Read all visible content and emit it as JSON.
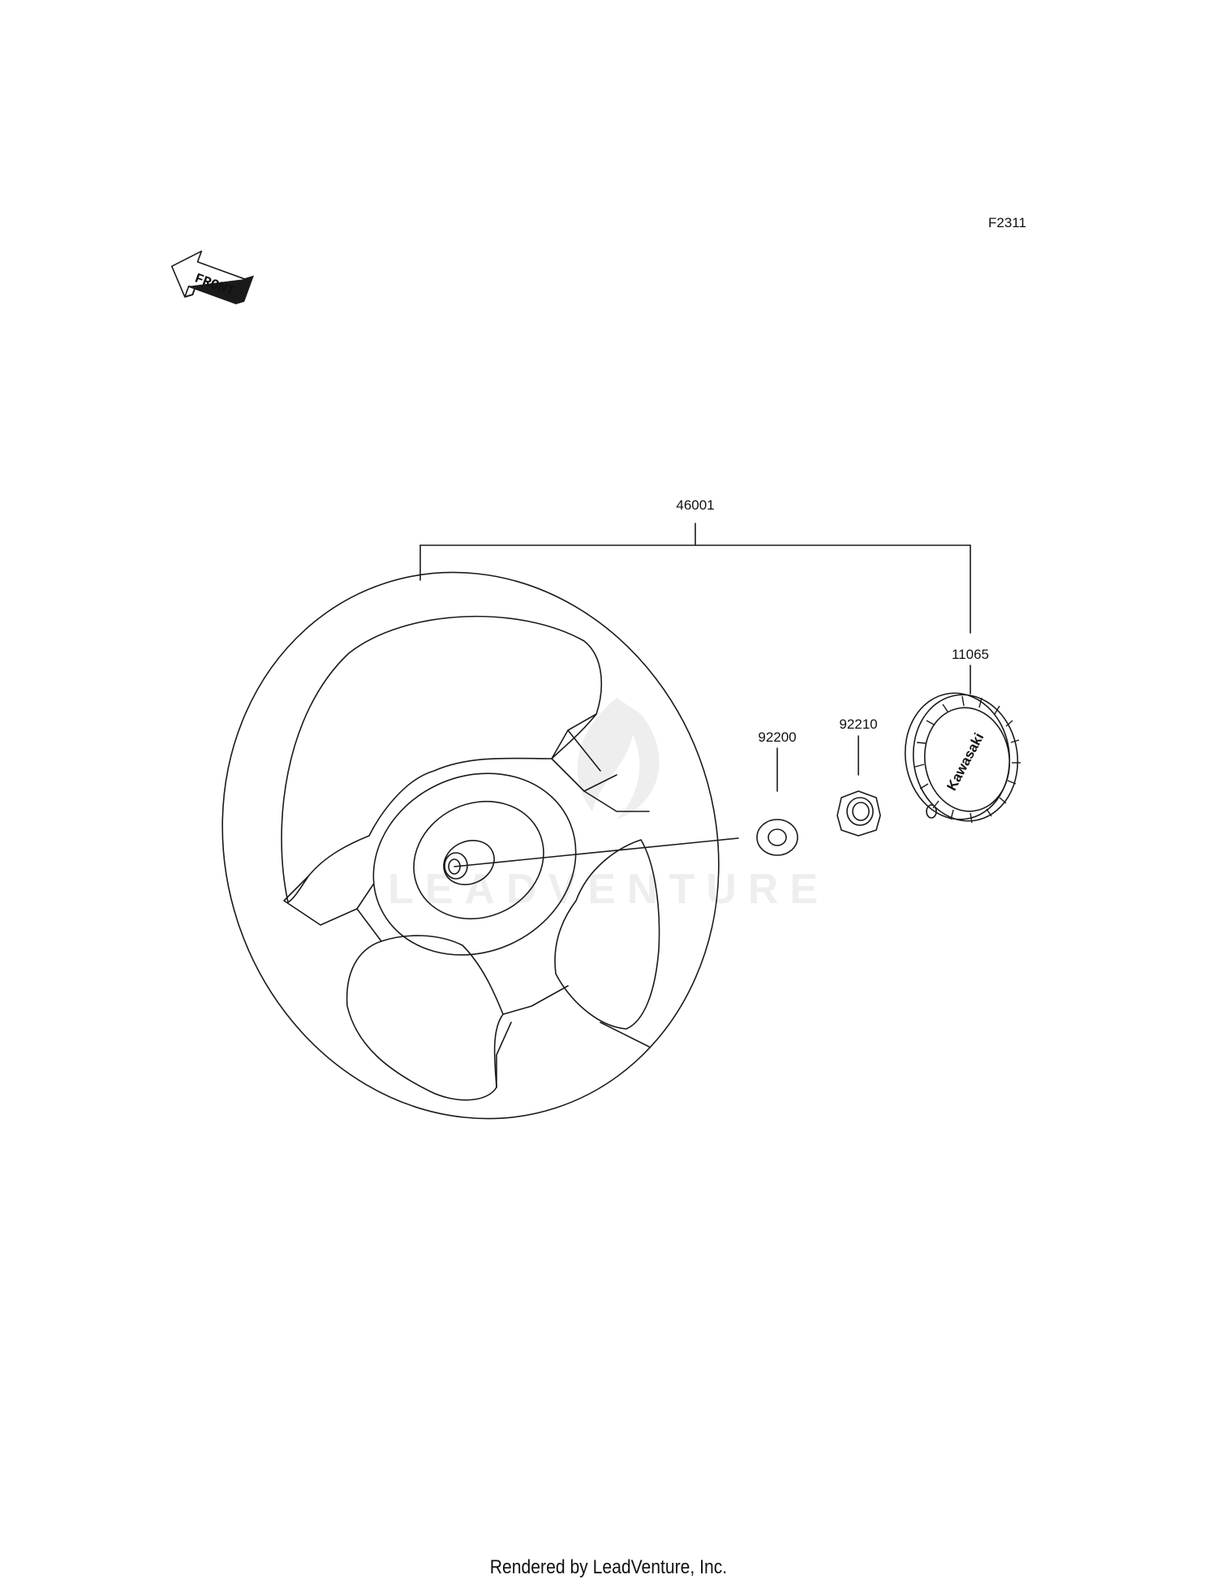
{
  "diagram_code": "F2311",
  "front_label": "FRONT",
  "parts": [
    {
      "number": "46001"
    },
    {
      "number": "11065"
    },
    {
      "number": "92200"
    },
    {
      "number": "92210"
    }
  ],
  "cap_logo_text": "Kawasaki",
  "watermark_text": "LEADVENTURE",
  "footer": "Rendered by LeadVenture, Inc."
}
